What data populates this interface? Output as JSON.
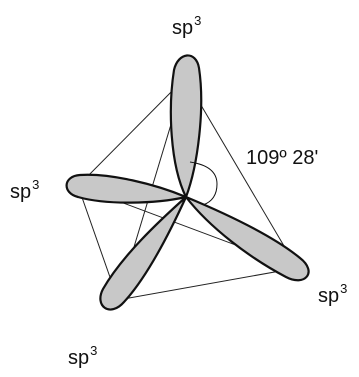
{
  "orbital_labels": {
    "top": {
      "base": "sp",
      "exp": "3"
    },
    "left": {
      "base": "sp",
      "exp": "3"
    },
    "right": {
      "base": "sp",
      "exp": "3"
    },
    "bottom": {
      "base": "sp",
      "exp": "3"
    }
  },
  "angle_label": "109º 28'",
  "colors": {
    "lobe_fill": "#c8c8c8",
    "lobe_stroke": "#111111",
    "edge_stroke": "#222222"
  }
}
